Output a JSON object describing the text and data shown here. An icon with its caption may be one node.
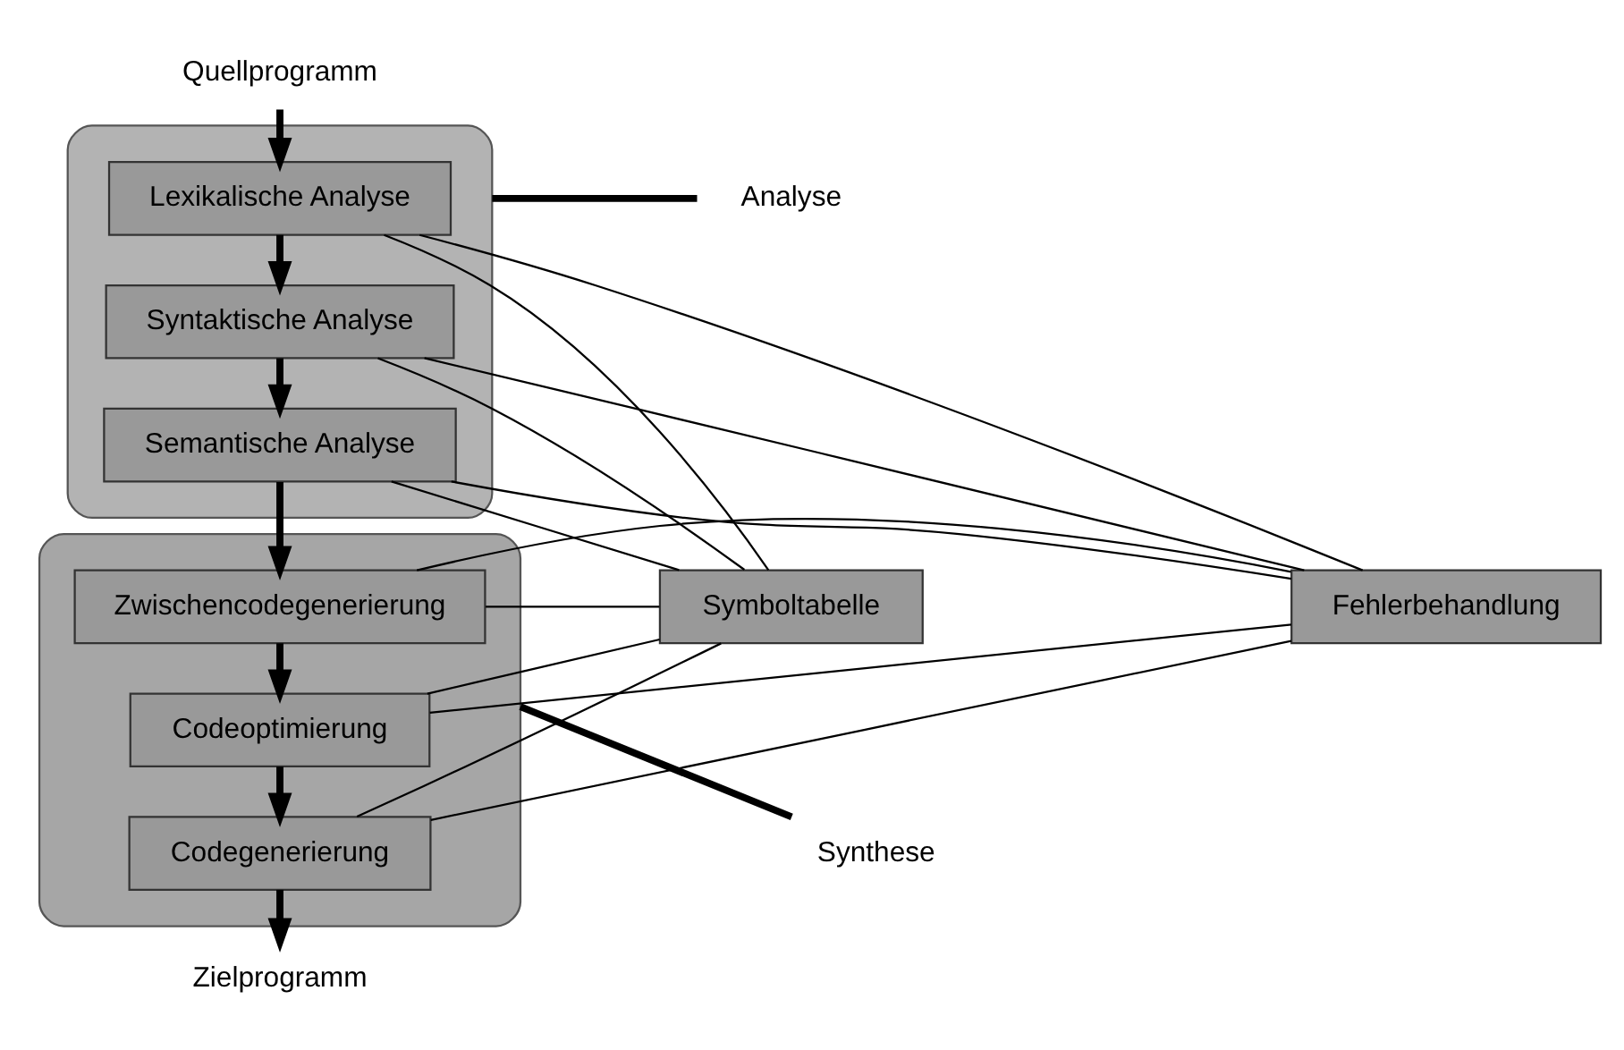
{
  "diagram": {
    "nodes": [
      {
        "text": [
          "Quellprogramm"
        ]
      },
      {
        "text": [],
        "shape": "box"
      },
      {
        "text": [
          "Lexikalische Analyse"
        ],
        "in": 1
      },
      {
        "text": [
          "Syntaktische Analyse"
        ],
        "in": 1
      },
      {
        "text": [
          "Semantische Analyse"
        ],
        "in": 1
      },
      {
        "text": [
          "Analyse"
        ]
      },
      {
        "text": [
          "Symboltabelle"
        ]
      },
      {
        "text": [
          "Fehlerbehandlung"
        ]
      },
      {
        "text": [],
        "shape": "box"
      },
      {
        "text": [
          "Zwischencodegenerierung"
        ],
        "in": 8
      },
      {
        "text": [
          "Codeoptimierung"
        ],
        "in": 8
      },
      {
        "text": [
          "Codegenerierung"
        ],
        "in": 8
      },
      {
        "text": [
          "Synthese"
        ]
      },
      {
        "text": [
          "Zielprogramm"
        ]
      }
    ],
    "edges": [
      {
        "from": 0,
        "to": 2,
        "arrow": "to",
        "style": "thick"
      },
      {
        "from": 2,
        "to": 3,
        "arrow": "to",
        "style": "thick"
      },
      {
        "from": 3,
        "to": 4,
        "arrow": "to",
        "style": "thick"
      },
      {
        "from": 4,
        "to": 9,
        "arrow": "to",
        "style": "thick"
      },
      {
        "from": 9,
        "to": 10,
        "arrow": "to",
        "style": "thick"
      },
      {
        "from": 10,
        "to": 11,
        "arrow": "to",
        "style": "thick"
      },
      {
        "from": 11,
        "to": 13,
        "arrow": "to",
        "style": "thick"
      },
      {
        "from": 6,
        "to": 2,
        "arrow": "none"
      },
      {
        "from": 6,
        "to": 3,
        "arrow": "none"
      },
      {
        "from": 6,
        "to": 4,
        "arrow": "none"
      },
      {
        "from": 6,
        "to": 9,
        "arrow": "none"
      },
      {
        "from": 6,
        "to": 10,
        "arrow": "none"
      },
      {
        "from": 6,
        "to": 11,
        "arrow": "none"
      },
      {
        "from": 2,
        "to": 7,
        "arrow": "none"
      },
      {
        "from": 3,
        "to": 7,
        "arrow": "none"
      },
      {
        "from": 4,
        "to": 7,
        "arrow": "none"
      },
      {
        "from": 9,
        "to": 7,
        "arrow": "none"
      },
      {
        "from": 10,
        "to": 7,
        "arrow": "none"
      },
      {
        "from": 11,
        "to": 7,
        "arrow": "none"
      },
      {
        "from": 5,
        "to": 1,
        "arrow": "none",
        "style": "thick"
      },
      {
        "from": 12,
        "to": 8,
        "arrow": "none",
        "style": "thick"
      }
    ]
  }
}
